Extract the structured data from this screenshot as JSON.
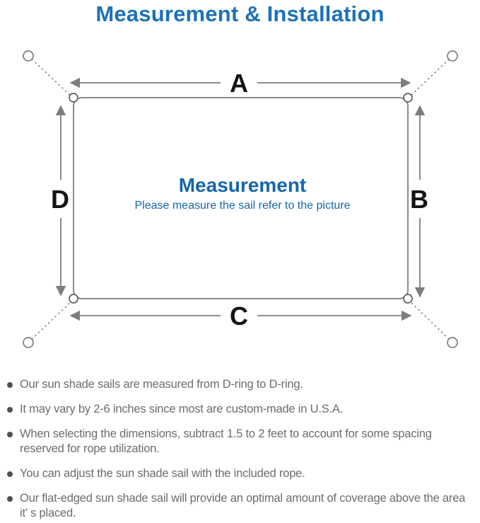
{
  "title": "Measurement & Installation",
  "diagram": {
    "heading": "Measurement",
    "subheading": "Please measure the sail refer to the picture",
    "labels": {
      "top": "A",
      "right": "B",
      "bottom": "C",
      "left": "D"
    }
  },
  "notes": [
    "Our sun shade sails are measured from D-ring to D-ring.",
    "It may vary by 2-6 inches since most are custom-made in U.S.A.",
    "When selecting the dimensions, subtract 1.5 to 2 feet to account for some spacing reserved for rope utilization.",
    "You can adjust the sun shade sail with the included rope.",
    "Our flat-edged sun shade sail will provide an optimal amount of coverage above the area it’ s placed."
  ],
  "colors": {
    "title_blue": "#1c72b8",
    "heading_blue": "#1565ae",
    "line_gray": "#7d7d7d",
    "note_gray": "#6c6c6c"
  }
}
